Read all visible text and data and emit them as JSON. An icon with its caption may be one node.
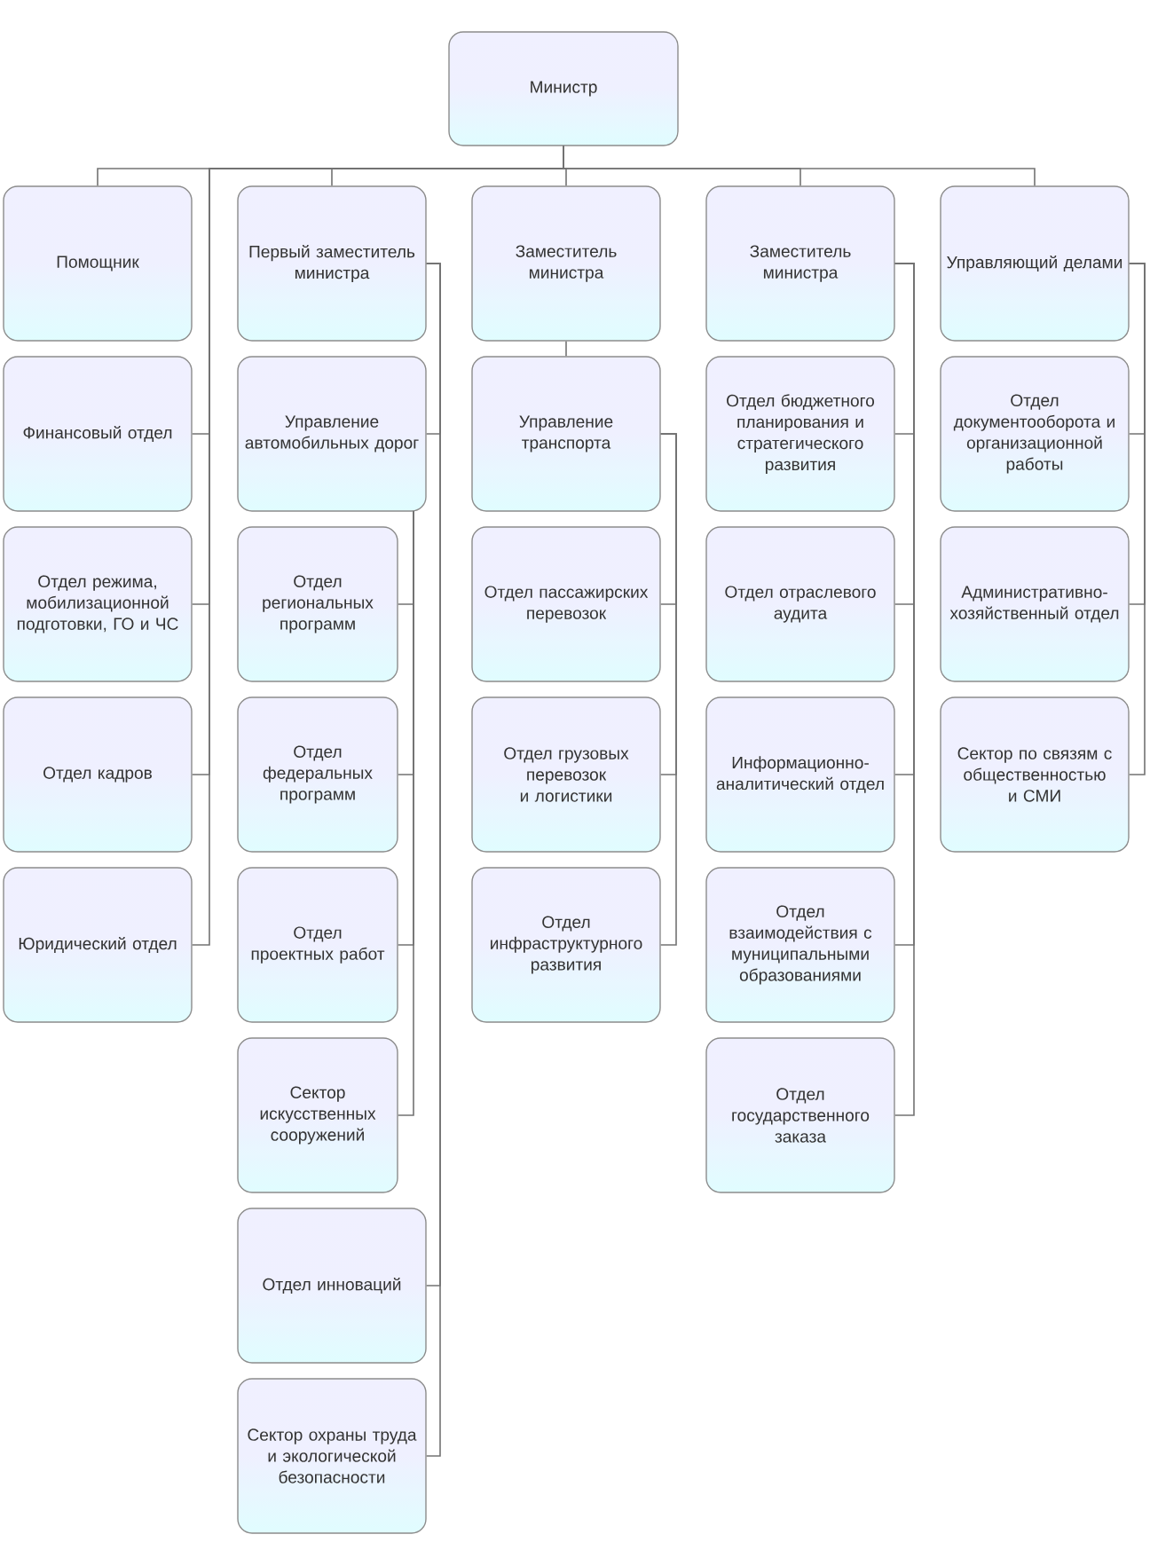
{
  "diagram": {
    "nodes": [
      {
        "text": [
          "Министр"
        ]
      },
      {
        "text": [
          "Помощник"
        ]
      },
      {
        "text": [
          "Финансовый отдел"
        ]
      },
      {
        "text": [
          "Отдел режима, мобилизационной подготовки, ГО и ЧС"
        ]
      },
      {
        "text": [
          "Отдел кадров"
        ]
      },
      {
        "text": [
          "Юридический отдел"
        ]
      },
      {
        "text": [
          "Первый заместитель министра"
        ]
      },
      {
        "text": [
          "Управление автомобильных дорог"
        ]
      },
      {
        "text": [
          "Отдел региональных программ"
        ]
      },
      {
        "text": [
          "Отдел федеральных программ"
        ]
      },
      {
        "text": [
          "Отдел проектных работ"
        ]
      },
      {
        "text": [
          "Сектор искусственных сооружений"
        ]
      },
      {
        "text": [
          "Отдел инноваций"
        ]
      },
      {
        "text": [
          "Сектор охраны труда и экологической безопасности"
        ]
      },
      {
        "text": [
          "Заместитель министра"
        ]
      },
      {
        "text": [
          "Управление транспорта"
        ]
      },
      {
        "text": [
          "Отдел пассажирских перевозок"
        ]
      },
      {
        "text": [
          "Отдел грузовых перевозок и логистики"
        ]
      },
      {
        "text": [
          "Отдел инфраструктурного развития"
        ]
      },
      {
        "text": [
          "Заместитель министра"
        ]
      },
      {
        "text": [
          "Отдел бюджетного планирования и стратегического развития"
        ]
      },
      {
        "text": [
          "Отдел отраслевого аудита"
        ]
      },
      {
        "text": [
          "Информационно-аналитический отдел"
        ]
      },
      {
        "text": [
          "Отдел взаимодействия с муниципальными образованиями"
        ]
      },
      {
        "text": [
          "Отдел государственного заказа"
        ]
      },
      {
        "text": [
          "Управляющий делами"
        ]
      },
      {
        "text": [
          "Отдел документооборота и организационной работы"
        ]
      },
      {
        "text": [
          "Административно-хозяйственный отдел"
        ]
      },
      {
        "text": [
          "Сектор по связям с общественностью и СМИ"
        ]
      }
    ],
    "edges": [
      {
        "from": 0,
        "to": 1,
        "arrow": "none"
      },
      {
        "from": 0,
        "to": 2,
        "arrow": "none"
      },
      {
        "from": 0,
        "to": 3,
        "arrow": "none"
      },
      {
        "from": 0,
        "to": 4,
        "arrow": "none"
      },
      {
        "from": 0,
        "to": 5,
        "arrow": "none"
      },
      {
        "from": 0,
        "to": 6,
        "arrow": "none"
      },
      {
        "from": 0,
        "to": 14,
        "arrow": "none"
      },
      {
        "from": 0,
        "to": 19,
        "arrow": "none"
      },
      {
        "from": 0,
        "to": 25,
        "arrow": "none"
      },
      {
        "from": 6,
        "to": 7,
        "arrow": "none"
      },
      {
        "from": 6,
        "to": 12,
        "arrow": "none"
      },
      {
        "from": 6,
        "to": 13,
        "arrow": "none"
      },
      {
        "from": 7,
        "to": 8,
        "arrow": "none"
      },
      {
        "from": 7,
        "to": 9,
        "arrow": "none"
      },
      {
        "from": 7,
        "to": 10,
        "arrow": "none"
      },
      {
        "from": 7,
        "to": 11,
        "arrow": "none"
      },
      {
        "from": 14,
        "to": 15,
        "arrow": "none"
      },
      {
        "from": 15,
        "to": 16,
        "arrow": "none"
      },
      {
        "from": 15,
        "to": 17,
        "arrow": "none"
      },
      {
        "from": 15,
        "to": 18,
        "arrow": "none"
      },
      {
        "from": 19,
        "to": 20,
        "arrow": "none"
      },
      {
        "from": 19,
        "to": 21,
        "arrow": "none"
      },
      {
        "from": 19,
        "to": 22,
        "arrow": "none"
      },
      {
        "from": 19,
        "to": 23,
        "arrow": "none"
      },
      {
        "from": 19,
        "to": 24,
        "arrow": "none"
      },
      {
        "from": 25,
        "to": 26,
        "arrow": "none"
      },
      {
        "from": 25,
        "to": 27,
        "arrow": "none"
      },
      {
        "from": 25,
        "to": 28,
        "arrow": "none"
      }
    ]
  }
}
